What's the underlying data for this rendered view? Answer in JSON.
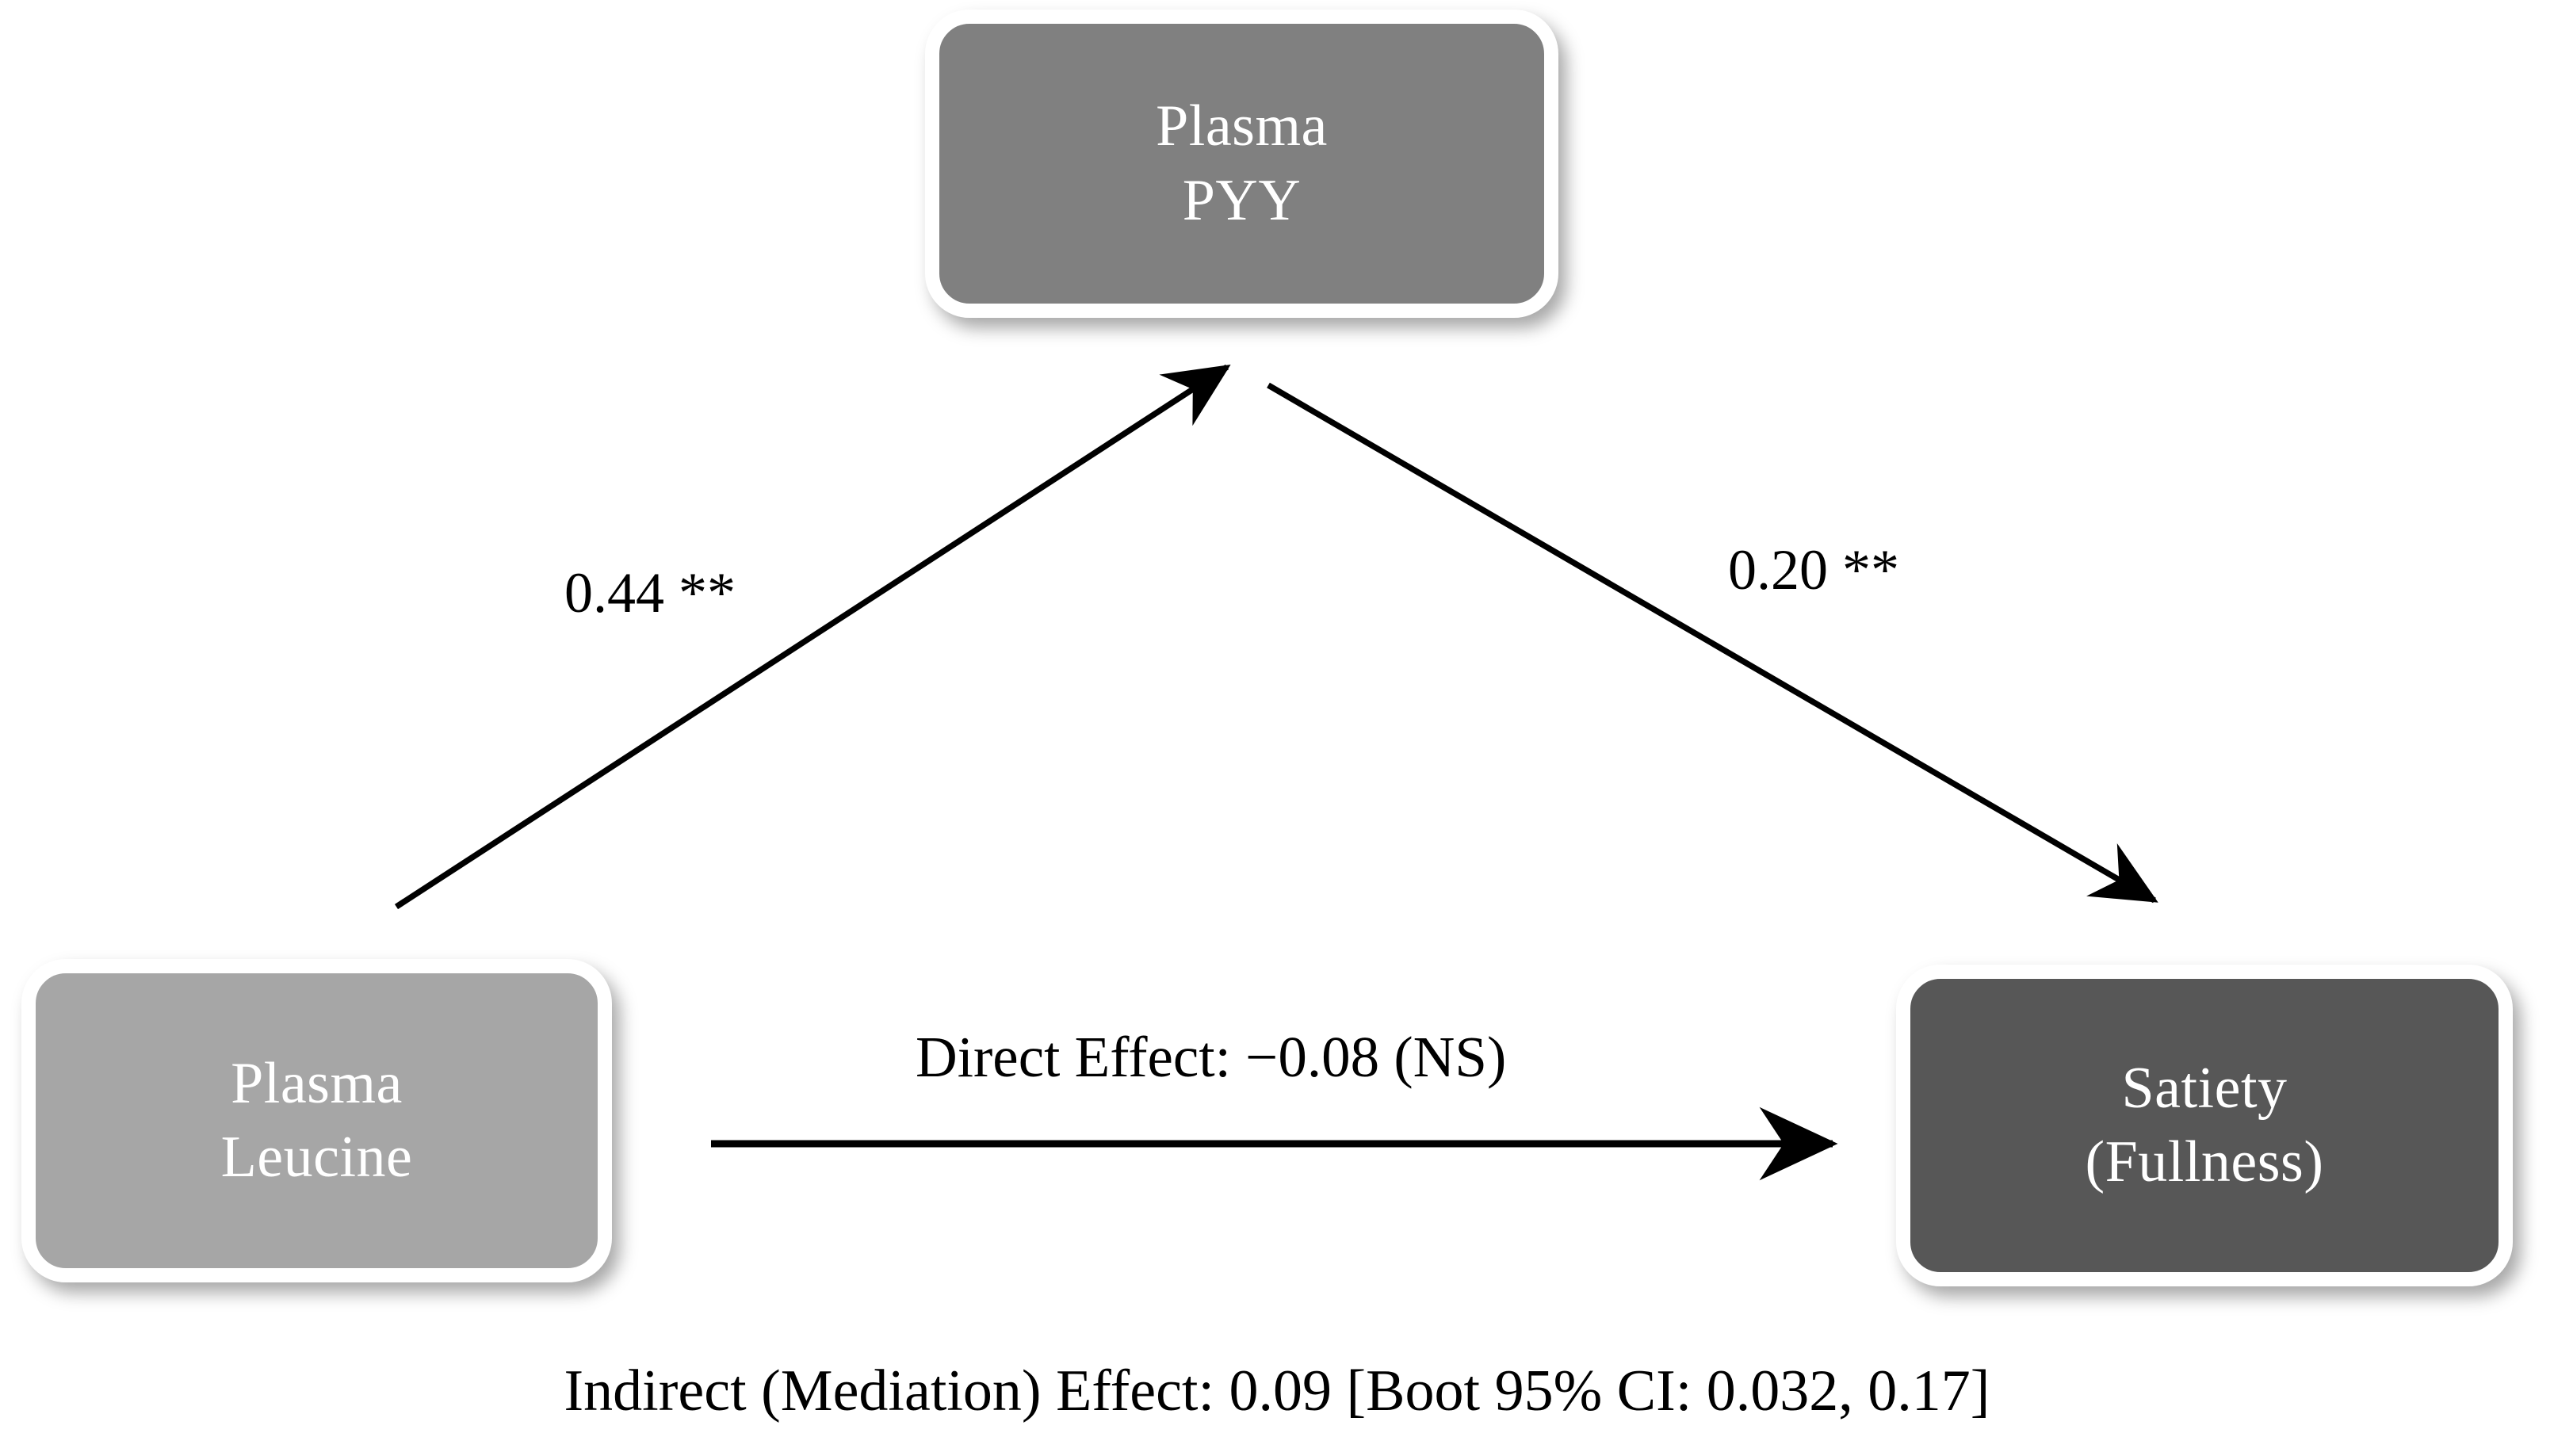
{
  "diagram": {
    "type": "mediation-path-model",
    "background_color": "#ffffff",
    "nodes": [
      {
        "id": "mediator",
        "role": "mediator",
        "line1": "Plasma",
        "line2": "PYY",
        "fill_color": "#808080",
        "text_color": "#ffffff"
      },
      {
        "id": "predictor",
        "role": "independent-variable",
        "line1": "Plasma",
        "line2": "Leucine",
        "fill_color": "#a6a6a6",
        "text_color": "#ffffff"
      },
      {
        "id": "outcome",
        "role": "dependent-variable",
        "line1": "Satiety",
        "line2": "(Fullness)",
        "fill_color": "#575757",
        "text_color": "#ffffff"
      }
    ],
    "edges": [
      {
        "id": "path-a",
        "from": "predictor",
        "to": "mediator",
        "label": "0.44 **",
        "coefficient": 0.44,
        "significance": "**"
      },
      {
        "id": "path-b",
        "from": "mediator",
        "to": "outcome",
        "label": "0.20 **",
        "coefficient": 0.2,
        "significance": "**"
      },
      {
        "id": "path-c-prime",
        "from": "predictor",
        "to": "outcome",
        "label": "Direct Effect: −0.08 (NS)",
        "coefficient": -0.08,
        "significance": "NS"
      }
    ],
    "caption": "Indirect (Mediation) Effect: 0.09 [Boot 95% CI: 0.032, 0.17]",
    "indirect_effect": {
      "estimate": 0.09,
      "ci_method": "Boot 95% CI",
      "ci_lower": 0.032,
      "ci_upper": 0.17
    },
    "stroke_color": "#000000"
  }
}
